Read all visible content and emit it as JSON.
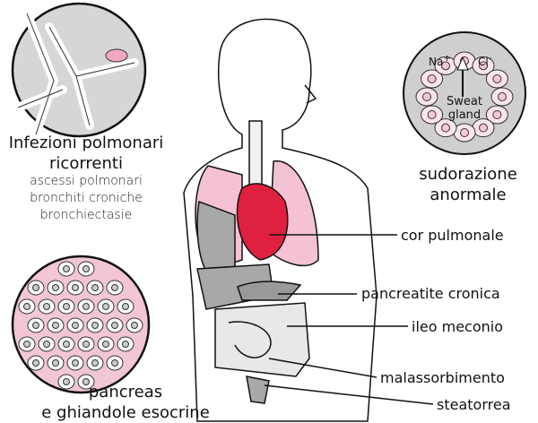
{
  "left_top": {
    "title_line1": "Infezioni polmonari",
    "title_line2": "ricorrenti",
    "items": [
      "ascessi polmonari",
      "bronchiti croniche",
      "bronchiectasie"
    ]
  },
  "sweat_gland": {
    "ion_na": "Na",
    "ion_na_sup": "+",
    "ion_cl": "Cl",
    "ion_cl_sup": "-",
    "label_line1": "Sweat",
    "label_line2": "gland",
    "caption_line1": "sudorazione",
    "caption_line2": "anormale"
  },
  "pancreas": {
    "caption_line1": "pancreas",
    "caption_line2": "e ghiandole esocrine"
  },
  "callouts": [
    "cor pulmonale",
    "pancreatite cronica",
    "ileo meconio",
    "malassorbimento",
    "steatorrea"
  ],
  "colors": {
    "lung": "#f4c2d4",
    "heart": "#e02040",
    "organ_gray": "#a8a8a8",
    "cell_pink": "#f7c6d6",
    "circle_bg": "#d0d0d0"
  }
}
